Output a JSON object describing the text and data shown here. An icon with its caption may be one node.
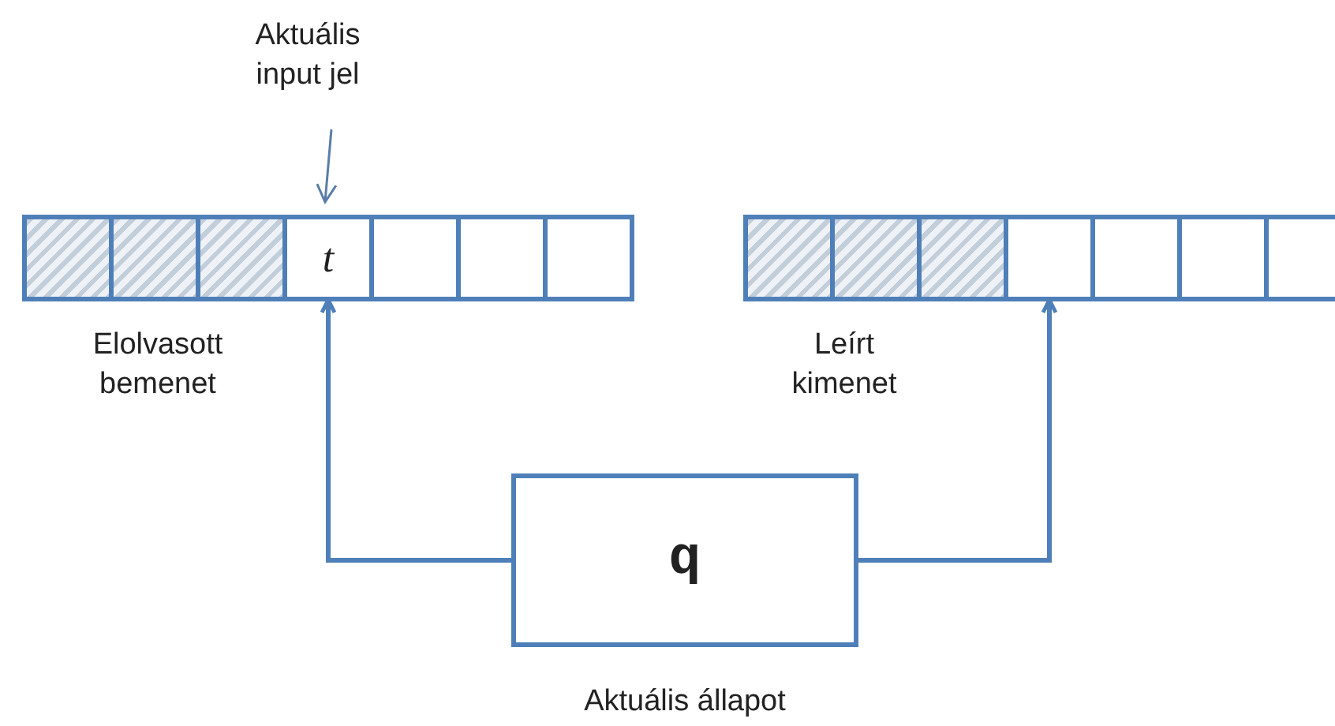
{
  "diagram": {
    "nodes": [
      {
        "text": [
          "Aktuális input jel"
        ]
      },
      {
        "text": [],
        "shape": "box"
      },
      {
        "text": [],
        "shape": "box"
      },
      {
        "text": [],
        "shape": "box"
      },
      {
        "text": [
          "t"
        ]
      },
      {
        "text": [],
        "shape": "box"
      },
      {
        "text": [],
        "shape": "box"
      },
      {
        "text": [],
        "shape": "box"
      },
      {
        "text": [],
        "shape": "box"
      },
      {
        "text": [],
        "shape": "box"
      },
      {
        "text": [],
        "shape": "box"
      },
      {
        "text": [],
        "shape": "box"
      },
      {
        "text": [],
        "shape": "box"
      },
      {
        "text": [],
        "shape": "box"
      },
      {
        "text": [],
        "shape": "box"
      },
      {
        "text": [
          "q"
        ],
        "beside": [
          "Aktuális állapot"
        ]
      }
    ],
    "edges": [
      {
        "from": 0,
        "to": 4,
        "arrow": "to"
      },
      {
        "from": 15,
        "to": 4,
        "arrow": "to"
      },
      {
        "from": 15,
        "to": 11,
        "arrow": "to"
      }
    ],
    "labels": [
      "Elolvasott bemenet",
      "Leírt kimenet"
    ]
  }
}
